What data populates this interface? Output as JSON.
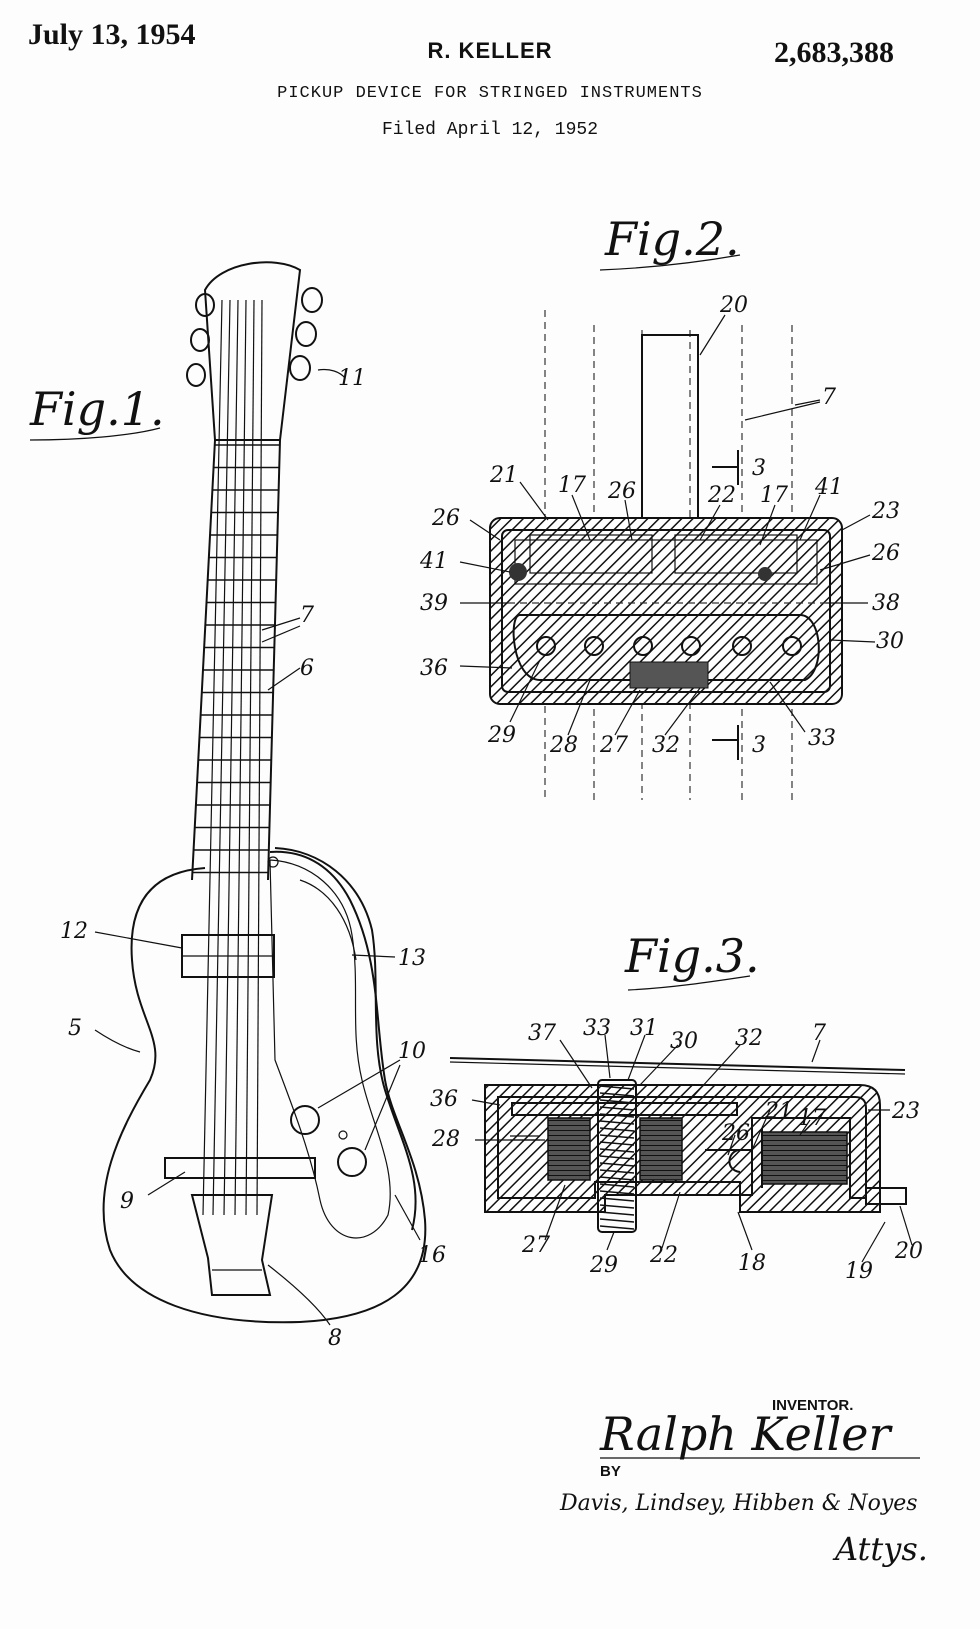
{
  "header": {
    "date": "July 13, 1954",
    "inventor": "R. KELLER",
    "patent_number": "2,683,388",
    "title": "PICKUP DEVICE FOR STRINGED INSTRUMENTS",
    "filed": "Filed April 12, 1952"
  },
  "figures": {
    "fig1": {
      "label": "Fig.1.",
      "refs": {
        "r11": "11",
        "r7": "7",
        "r6": "6",
        "r12": "12",
        "r13": "13",
        "r5": "5",
        "r10": "10",
        "r9": "9",
        "r16": "16",
        "r8": "8"
      }
    },
    "fig2": {
      "label": "Fig.2.",
      "refs": {
        "r20": "20",
        "r7": "7",
        "r3a": "3",
        "r21": "21",
        "r17a": "17",
        "r26a": "26",
        "r22": "22",
        "r17b": "17",
        "r41a": "41",
        "r23": "23",
        "r26b": "26",
        "r41b": "41",
        "r26c": "26",
        "r39": "39",
        "r38": "38",
        "r36": "36",
        "r30": "30",
        "r29": "29",
        "r28": "28",
        "r27": "27",
        "r32": "32",
        "r3b": "3",
        "r33": "33"
      }
    },
    "fig3": {
      "label": "Fig.3.",
      "refs": {
        "r37": "37",
        "r33": "33",
        "r31": "31",
        "r30": "30",
        "r32": "32",
        "r7": "7",
        "r36": "36",
        "r23": "23",
        "r28": "28",
        "r21": "21",
        "r17": "17",
        "r26": "26",
        "r27": "27",
        "r29": "29",
        "r22": "22",
        "r18": "18",
        "r19": "19",
        "r20": "20"
      }
    }
  },
  "signature": {
    "inventor_label": "INVENTOR.",
    "inventor_name": "Ralph Keller",
    "by": "BY",
    "attorneys": "Davis, Lindsey, Hibben & Noyes",
    "attys": "Attys."
  }
}
